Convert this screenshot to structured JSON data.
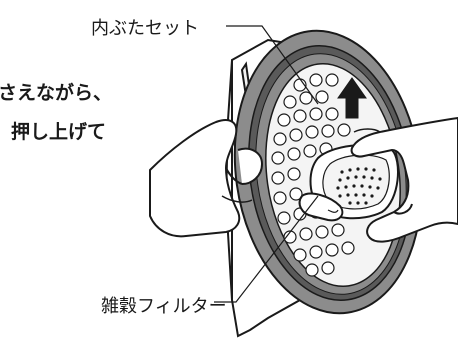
{
  "labels": {
    "inner_lid_set": "内ぶたセット",
    "grain_filter": "雑穀フィルター"
  },
  "instructions": {
    "line1": "さえながら、",
    "line2": "押し上げて"
  },
  "icons": {
    "arrow": "up-arrow-icon",
    "hands": "hand-illustration",
    "lid": "inner-lid-illustration",
    "filter": "grain-filter-illustration"
  },
  "colors": {
    "ink": "#1a1a1a",
    "gasket": "#8c8c8c",
    "gasket_dark": "#5a5a5a",
    "lid_face": "#f4f4f4",
    "background": "#ffffff"
  }
}
